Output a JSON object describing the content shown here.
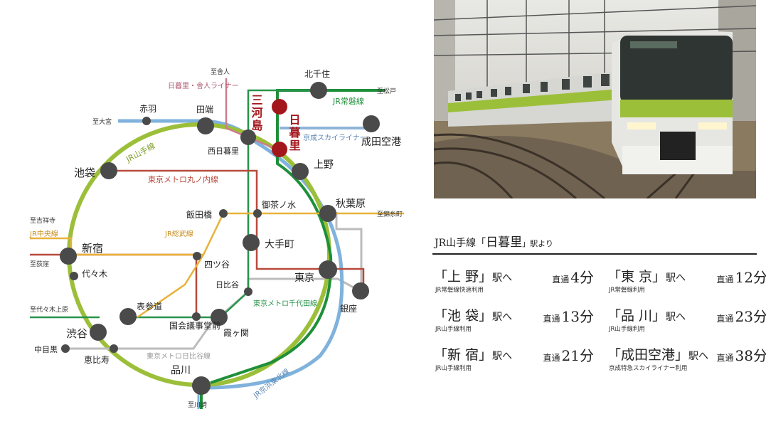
{
  "colors": {
    "yamanote": "#9cbf3a",
    "keihin_tohoku": "#7fb2dc",
    "joban": "#1f8f3a",
    "chiyoda": "#27944a",
    "marunouchi": "#b84a3c",
    "sobu_chuo": "#e8b23a",
    "hibiya": "#bcbcbc",
    "keisei": "#8fb4d9",
    "toei": "#d07b8c",
    "station": "#4a4a4a",
    "highlight": "#a3171c"
  },
  "map": {
    "stations": {
      "ikebukuro": "池袋",
      "tabata": "田端",
      "kitasenju": "北千住",
      "mikawashima": "三河島",
      "nippori": "日暮里",
      "narita": "成田空港",
      "ueno": "上野",
      "nishinippori": "西日暮里",
      "shinjuku": "新宿",
      "akabane": "赤羽",
      "akihabara": "秋葉原",
      "iidabashi": "飯田橋",
      "ochanomizu": "御茶ノ水",
      "otemachi": "大手町",
      "yotsuya": "四ツ谷",
      "yoyogi": "代々木",
      "tokyo": "東京",
      "hibiya": "日比谷",
      "ginza": "銀座",
      "omotesando": "表参道",
      "kokkai": "国会議事堂前",
      "kasumigaseki": "霞ヶ関",
      "shibuya": "渋谷",
      "nakameguro": "中目黒",
      "ebisu": "恵比寿",
      "shinagawa": "品川"
    },
    "lines": {
      "yamanote": "JR山手線",
      "joban": "JR常磐線",
      "keisei": "京成スカイライナー",
      "toei": "日暮里・舎人ライナー",
      "marunouchi": "東京メトロ丸ノ内線",
      "chuo": "JR中央線",
      "sobu": "JR総武線",
      "chiyoda": "東京メトロ千代田線",
      "hibiya": "東京メトロ日比谷線",
      "keihin": "JR京浜東北線"
    },
    "directions": {
      "toneri": "至舎人",
      "matsudo": "至松戸",
      "omiya": "至大宮",
      "kichijoji": "至吉祥寺",
      "ogikubo": "至荻窪",
      "yoyogiuehara": "至代々木上原",
      "kinshicho": "至錦糸町",
      "kawasaki": "至川崎"
    }
  },
  "info": {
    "prefix": "JR山手線「",
    "station": "日暮里",
    "suffix": "」駅より",
    "direct": "直通",
    "routes": [
      {
        "dest": "「上 野」",
        "suffix": "駅へ",
        "time": "4分",
        "note": "JR常磐線快速利用"
      },
      {
        "dest": "「東 京」",
        "suffix": "駅へ",
        "time": "12分",
        "note": "JR常磐線利用"
      },
      {
        "dest": "「池 袋」",
        "suffix": "駅へ",
        "time": "13分",
        "note": "JR山手線利用"
      },
      {
        "dest": "「品 川」",
        "suffix": "駅へ",
        "time": "23分",
        "note": "JR山手線利用"
      },
      {
        "dest": "「新 宿」",
        "suffix": "駅へ",
        "time": "21分",
        "note": "JR山手線利用"
      },
      {
        "dest": "「成田空港」",
        "suffix": "駅へ",
        "time": "38分",
        "note": "京成特急スカイライナー利用"
      }
    ]
  }
}
